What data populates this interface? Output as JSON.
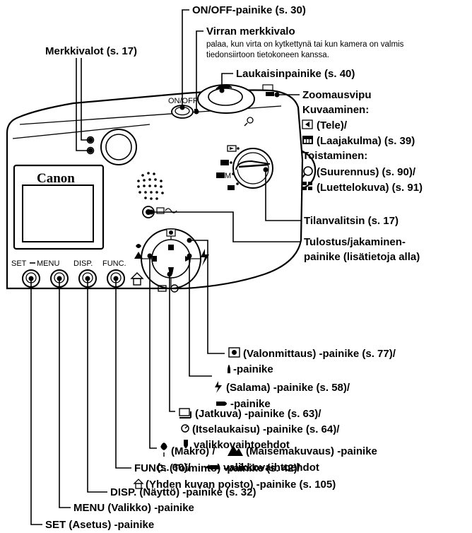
{
  "labels": {
    "onoff": "ON/OFF-painike (s. 30)",
    "power_lamp": "Virran merkkivalo",
    "power_lamp_desc_1": "palaa, kun virta on kytkettynä tai kun kamera on valmis",
    "power_lamp_desc_2": "tiedonsiirtoon tietokoneen kanssa.",
    "indicators": "Merkkivalot (s. 17)",
    "shutter": "Laukaisinpainike (s. 40)",
    "zoom": "Zoomausvipu",
    "zoom_shooting": "Kuvaaminen:",
    "zoom_tele": "(Tele)/",
    "zoom_wide": "(Laajakulma) (s. 39)",
    "zoom_playback": "Toistaminen:",
    "zoom_magnify": "(Suurennus) (s. 90)/",
    "zoom_index": "(Luettelokuva) (s. 91)",
    "mode_dial": "Tilanvalitsin (s. 17)",
    "print_share_1": "Tulostus/jakaminen-",
    "print_share_2": "painike (lisätietoja alla)",
    "metering_1": "(Valonmittaus) -painike (s. 77)/",
    "metering_2": "-painike",
    "flash_1": "(Salama) -painike (s. 58)/",
    "flash_2": "-painike",
    "continuous_1": "(Jatkuva) -painike (s. 63)/",
    "continuous_2": "(Itselaukaisu) -painike (s. 64)/",
    "continuous_3": "valikkovaihtoehdot",
    "macro_1a": "(Makro) /",
    "macro_1b": "(Maisemakuvaus) -painike",
    "macro_2a": "(s. 60)/",
    "macro_2b": "valikkovaihtoehdot",
    "func_1": "FUNC. (Toiminto) -painike (s. 42)/",
    "func_2": "(Yhden kuvan poisto) -painike (s. 105)",
    "disp": "DISP. (Näyttö) -painike (s. 32)",
    "menu": "MENU (Valikko) -painike",
    "set": "SET (Asetus) -painike"
  },
  "camera": {
    "brand": "Canon",
    "onoff_text": "ON/OFF",
    "btn_set": "SET",
    "btn_menu": "MENU",
    "btn_disp": "DISP.",
    "btn_func": "FUNC."
  }
}
